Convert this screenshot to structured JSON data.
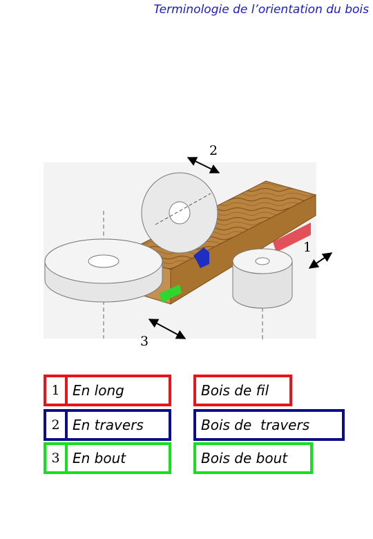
{
  "title": "Terminologie de l’orientation du bois",
  "figure": {
    "labels": [
      "1",
      "2",
      "3"
    ]
  },
  "rows": [
    {
      "number": "1",
      "term": "En long",
      "wood": "Bois de fil",
      "color": "#e8141b"
    },
    {
      "number": "2",
      "term": "En travers",
      "wood": "Bois de  travers",
      "color": "#0d0d8a"
    },
    {
      "number": "3",
      "term": "En bout",
      "wood": "Bois de bout",
      "color": "#14e01b"
    }
  ]
}
